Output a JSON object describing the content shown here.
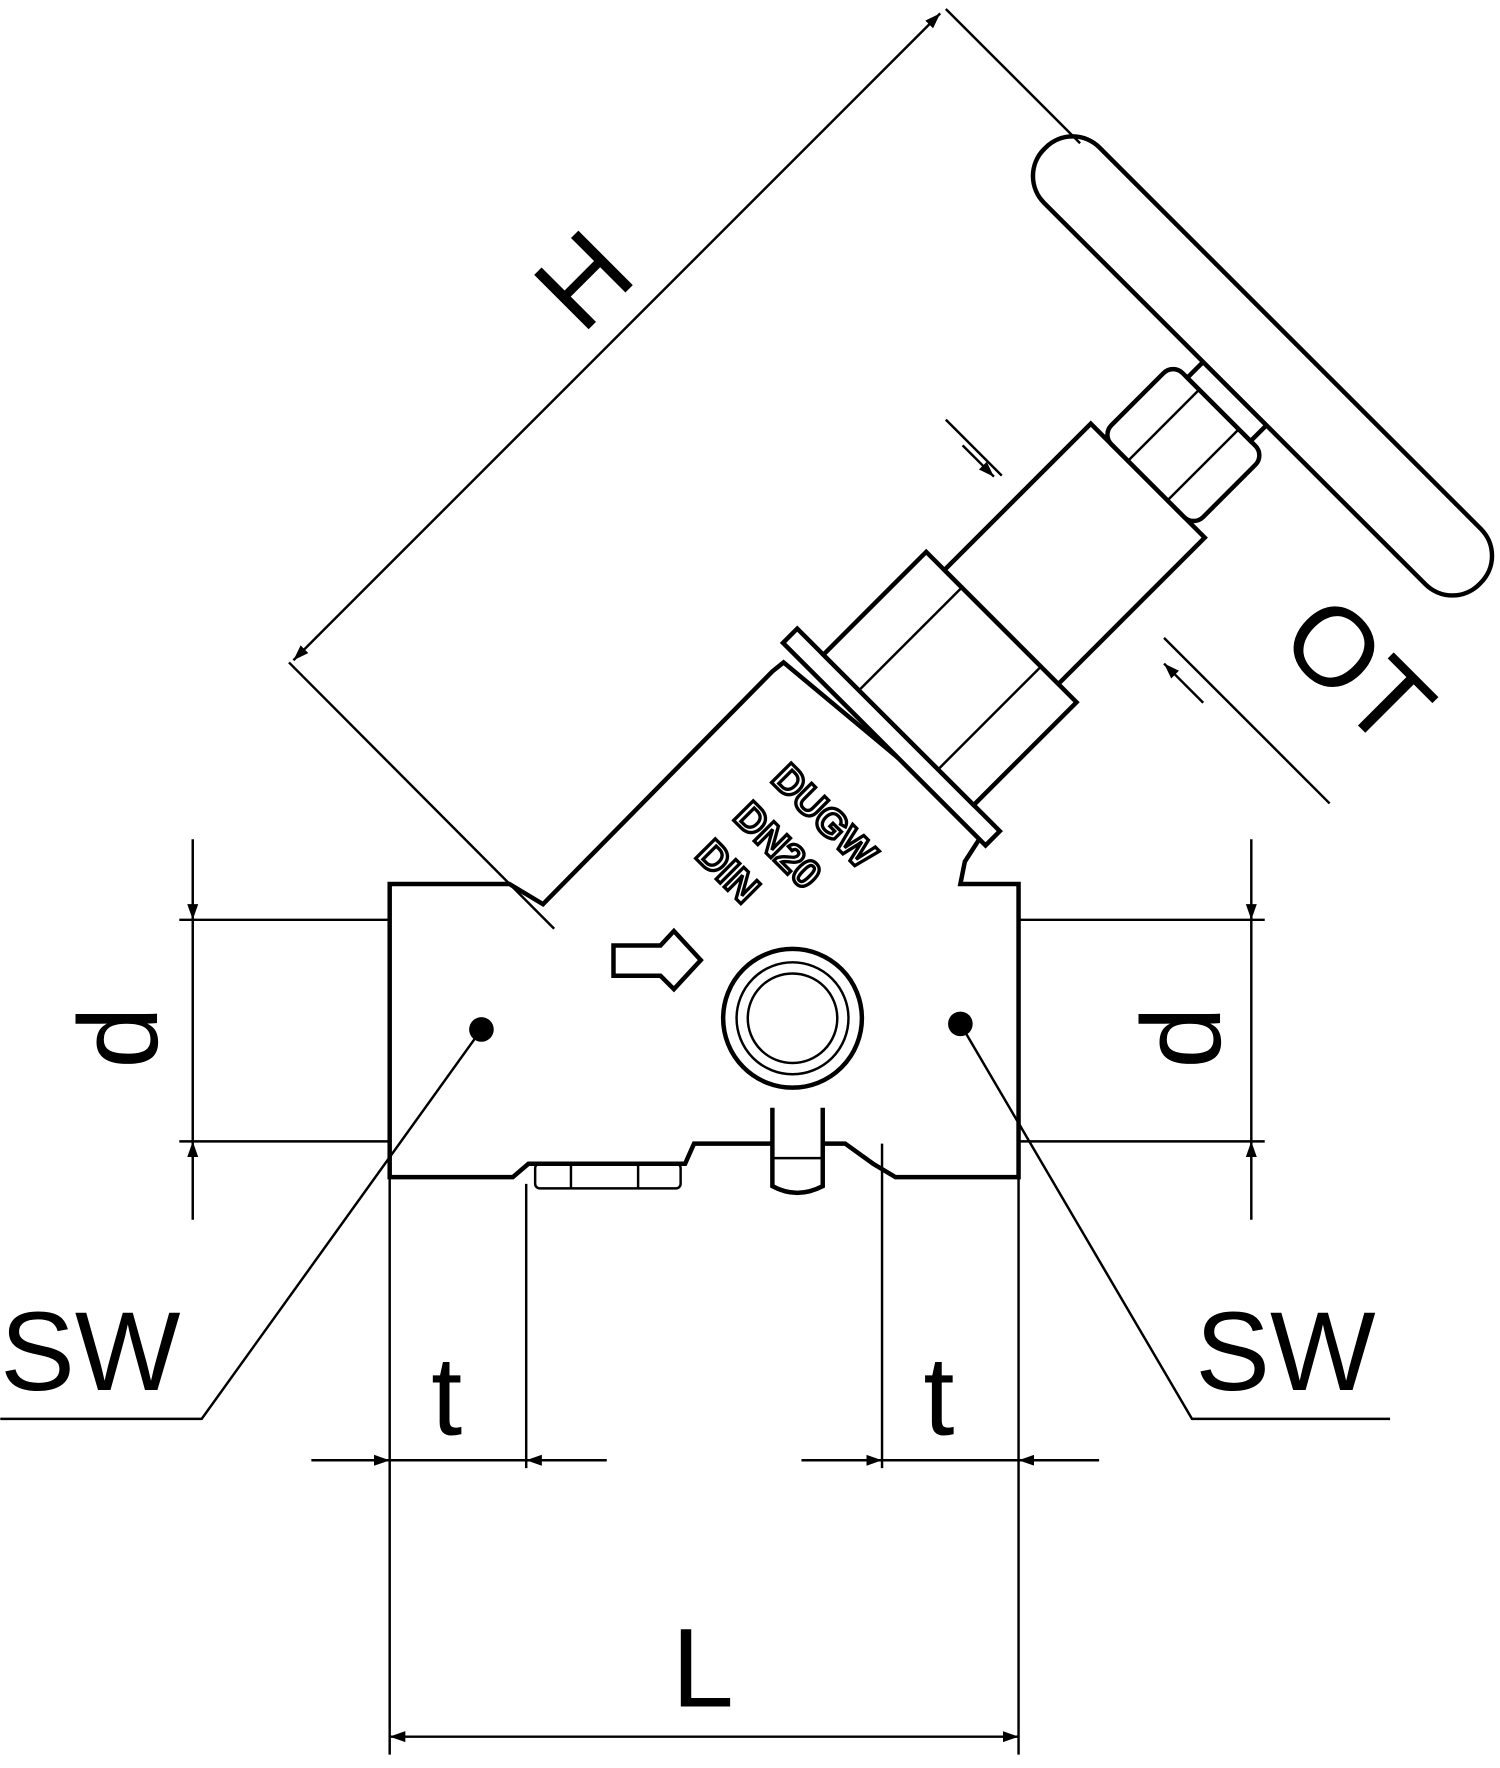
{
  "dimensions": {
    "height": "H",
    "outer_top": "OT",
    "diameter_left": "d",
    "diameter_right": "d",
    "wrench_left": "SW",
    "wrench_right": "SW",
    "thread_left": "t",
    "thread_right": "t",
    "length": "L"
  },
  "body_markings": [
    "DUGW",
    "DN20",
    "DIN"
  ],
  "colors": {
    "line": "#000000",
    "background": "#ffffff"
  }
}
